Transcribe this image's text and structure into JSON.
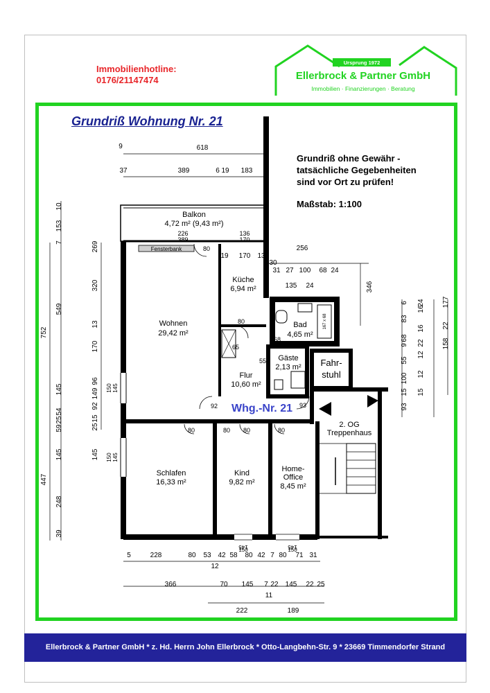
{
  "hotline": {
    "label": "Immobilienhotline:",
    "phone": "0176/21147474"
  },
  "logo": {
    "since": "Ursprung 1972",
    "company": "Ellerbrock & Partner GmbH",
    "services": "Immobilien  ·  Finanzierungen  ·  Beratung",
    "brand_color": "#21d321"
  },
  "plan": {
    "title": "Grundriß Wohnung Nr. 21",
    "disclaimer": [
      "Grundriß ohne Gewähr -",
      "tatsächliche Gegebenheiten",
      "sind vor Ort zu prüfen!"
    ],
    "scale": "Maßstab: 1:100",
    "apartment_label": "Whg.-Nr. 21",
    "rooms": {
      "balkon": {
        "name": "Balkon",
        "area": "4,72 m² (9,43 m²)"
      },
      "fensterbank": "Fensterbank",
      "kueche": {
        "name": "Küche",
        "area": "6,94 m²"
      },
      "bad": {
        "name": "Bad",
        "area": "4,65 m²"
      },
      "wohnen": {
        "name": "Wohnen",
        "area": "29,42 m²"
      },
      "gaeste": {
        "name": "Gäste",
        "area": "2,13 m²"
      },
      "flur": {
        "name": "Flur",
        "area": "10,60 m²"
      },
      "fahrstuhl": [
        "Fahr-",
        "stuhl"
      ],
      "treppenhaus": [
        "2. OG",
        "Treppenhaus"
      ],
      "schlafen": {
        "name": "Schlafen",
        "area": "16,33 m²"
      },
      "kind": {
        "name": "Kind",
        "area": "9,82 m²"
      },
      "office": {
        "name": [
          "Home-",
          "Office"
        ],
        "area": "8,45 m²"
      }
    },
    "tub_label": "167 x 68",
    "dims": {
      "top1": [
        "9",
        "618"
      ],
      "top2": [
        "37",
        "389",
        "6",
        "19",
        "183"
      ],
      "balkon_frac": [
        "226",
        "389"
      ],
      "kueche_frac": [
        "136",
        "170"
      ],
      "kueche_row": [
        "19",
        "170",
        "13"
      ],
      "bad_right": [
        "256",
        "30",
        "31",
        "27",
        "100",
        "68",
        "24",
        "135",
        "24",
        "346"
      ],
      "doors": [
        "80",
        "80",
        "65",
        "68",
        "55",
        "92",
        "93",
        "80",
        "80",
        "80",
        "80"
      ],
      "left_outer": [
        "10",
        "153",
        "7",
        "549",
        "752",
        "145",
        "54",
        "25",
        "59",
        "145",
        "447",
        "248",
        "39"
      ],
      "left_inner": [
        "269",
        "320",
        "13",
        "170",
        "96",
        "149",
        "92",
        "15",
        "25",
        "145"
      ],
      "window_left": [
        "150",
        "145",
        "150",
        "145"
      ],
      "right_col1": [
        "6",
        "83",
        "68",
        "9",
        "55",
        "100",
        "15",
        "93"
      ],
      "right_col2": [
        "24",
        "16",
        "16",
        "22",
        "12",
        "12",
        "15"
      ],
      "right_col3": [
        "177",
        "22",
        "158"
      ],
      "bottom_window": [
        "145",
        "150",
        "145",
        "150"
      ],
      "bottom1": [
        "5",
        "228",
        "80",
        "53",
        "42",
        "58",
        "80",
        "42",
        "7",
        "80",
        "71",
        "31"
      ],
      "bottom1b": [
        "12"
      ],
      "bottom2": [
        "366",
        "70",
        "145",
        "7",
        "22",
        "145",
        "22",
        "25"
      ],
      "bottom2b": [
        "11"
      ],
      "bottom3": [
        "222",
        "189"
      ]
    }
  },
  "footer": {
    "text": "Ellerbrock & Partner GmbH * z. Hd. Herrn John Ellerbrock * Otto-Langbehn-Str. 9 * 23669 Timmendorfer Strand"
  }
}
